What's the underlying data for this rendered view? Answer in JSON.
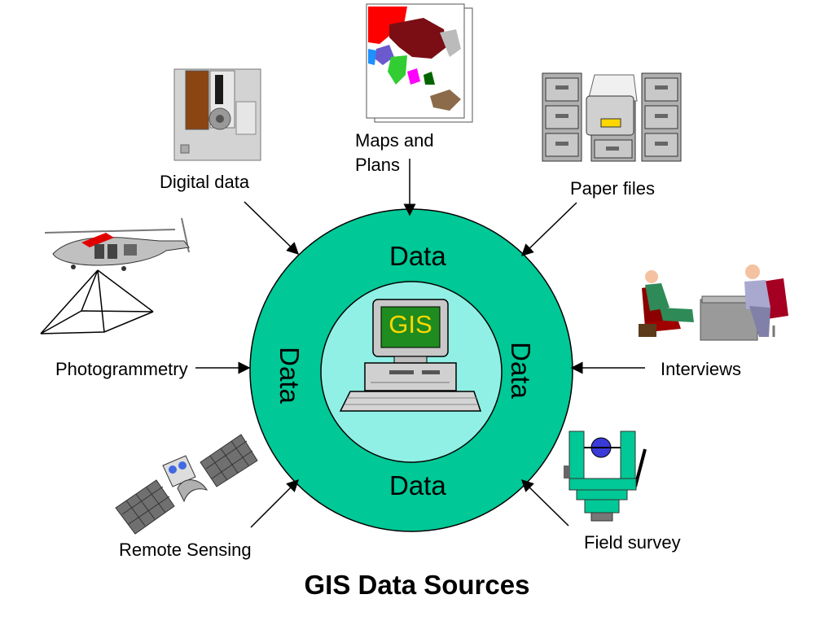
{
  "title": "GIS Data Sources",
  "center": {
    "screen_text": "GIS",
    "ring_words": {
      "top": "Data",
      "bottom": "Data",
      "left": "Data",
      "right": "Data"
    }
  },
  "sources": {
    "maps": {
      "line1": "Maps and",
      "line2": "Plans",
      "icon": "world-map-icon"
    },
    "digital": {
      "label": "Digital data",
      "icon": "floppy-disk-icon"
    },
    "paper": {
      "label": "Paper files",
      "icon": "filing-cabinet-icon"
    },
    "photogrammetry": {
      "label": "Photogrammetry",
      "icon": "helicopter-icon"
    },
    "interviews": {
      "label": "Interviews",
      "icon": "interview-people-icon"
    },
    "remote": {
      "label": "Remote Sensing",
      "icon": "satellite-icon"
    },
    "field": {
      "label": "Field survey",
      "icon": "theodolite-icon"
    }
  },
  "colors": {
    "outer_ring": "#00C896",
    "inner_circle": "#90F0E6",
    "screen": "#1E8C1E",
    "screen_text": "#FFD700"
  }
}
